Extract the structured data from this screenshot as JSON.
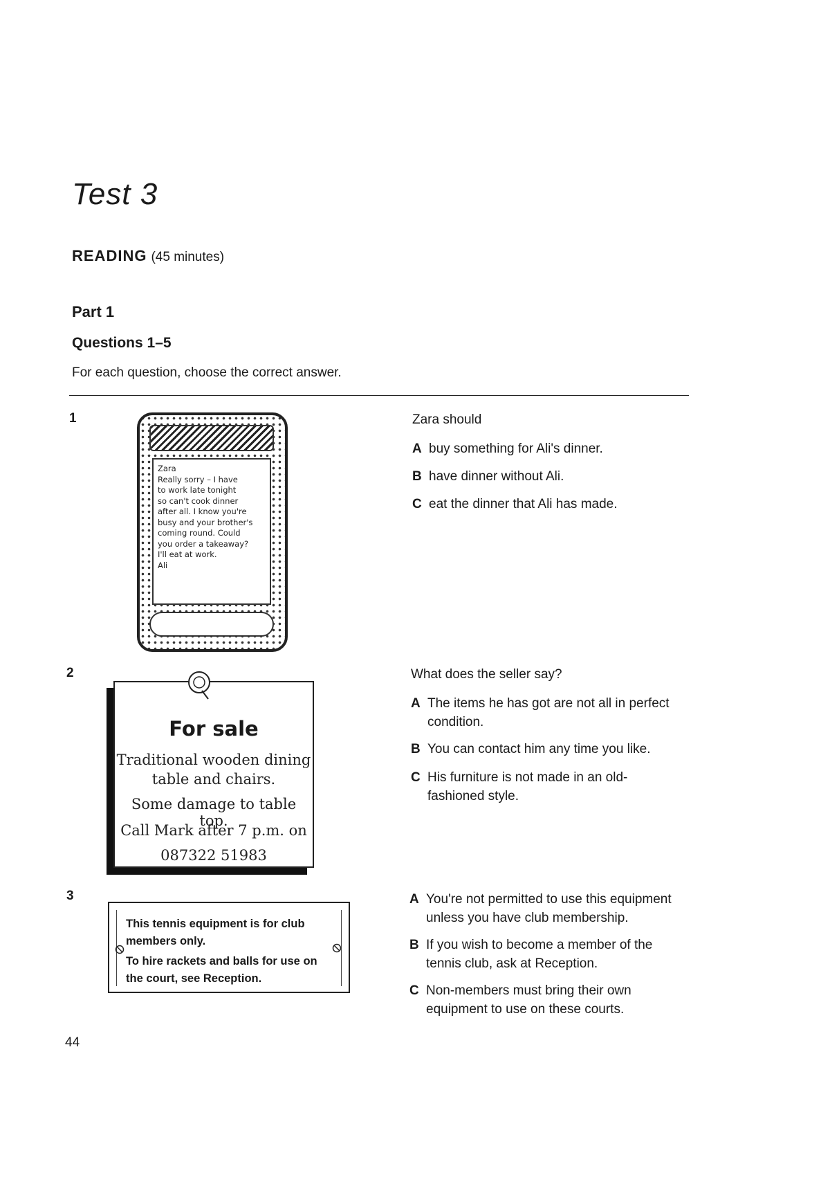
{
  "header": {
    "title": "Test 3",
    "section": "READING",
    "duration": "(45 minutes)",
    "part": "Part 1",
    "questions": "Questions 1–5",
    "instruction": "For each question, choose the correct answer."
  },
  "q1": {
    "number": "1",
    "message": "Zara\nReally sorry – I have\nto work late tonight\nso can't cook dinner\nafter all. I know you're\nbusy and your brother's\ncoming round. Could\nyou order a takeaway?\nI'll eat at work.\nAli",
    "stem": "Zara should",
    "options": [
      {
        "letter": "A",
        "text": "buy something for Ali's dinner."
      },
      {
        "letter": "B",
        "text": "have dinner without Ali."
      },
      {
        "letter": "C",
        "text": "eat the dinner that Ali has made."
      }
    ]
  },
  "q2": {
    "number": "2",
    "sign_title": "For sale",
    "sign_lines": [
      "Traditional wooden dining",
      "table and chairs.",
      "Some damage to table top.",
      "Call Mark after 7 p.m. on",
      "087322 51983"
    ],
    "stem": "What does the seller say?",
    "options": [
      {
        "letter": "A",
        "text": "The items he has got are not all in perfect condition."
      },
      {
        "letter": "B",
        "text": "You can contact him any time you like."
      },
      {
        "letter": "C",
        "text": "His furniture is not made in an old-fashioned style."
      }
    ]
  },
  "q3": {
    "number": "3",
    "notice_line1": "This tennis equipment is for club members only.",
    "notice_line2": "To hire rackets and balls for use on the court, see Reception.",
    "icon": "no-entry-icon",
    "options": [
      {
        "letter": "A",
        "text": "You're not permitted to use this equipment unless you have club membership."
      },
      {
        "letter": "B",
        "text": "If you wish to become a member of the tennis club, ask at Reception."
      },
      {
        "letter": "C",
        "text": "Non-members must bring their own equipment to use on these courts."
      }
    ]
  },
  "footer": {
    "page_number": "44"
  }
}
